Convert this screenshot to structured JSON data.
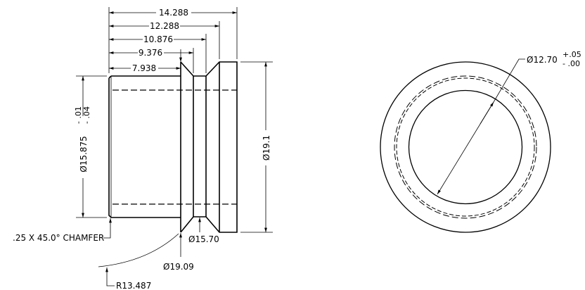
{
  "side_view": {
    "dims": {
      "len_total": "14.288",
      "len_flange_start": "12.288",
      "len_groove_end": "10.876",
      "len_groove_start": "9.376",
      "len_body": "7.938"
    },
    "body_diameter": "Ø15.875",
    "body_diameter_tol_upper": "- .01",
    "body_diameter_tol_lower": "- .04",
    "flange_diameter": "Ø19.1",
    "groove_diameter": "Ø15.70",
    "cone_diameter": "Ø19.09",
    "chamfer_note": ".25 X 45.0° CHAMFER",
    "radius": "R13.487"
  },
  "end_view": {
    "bore_diameter": "Ø12.70",
    "bore_tol_upper": "+.05",
    "bore_tol_lower": "- .00"
  }
}
